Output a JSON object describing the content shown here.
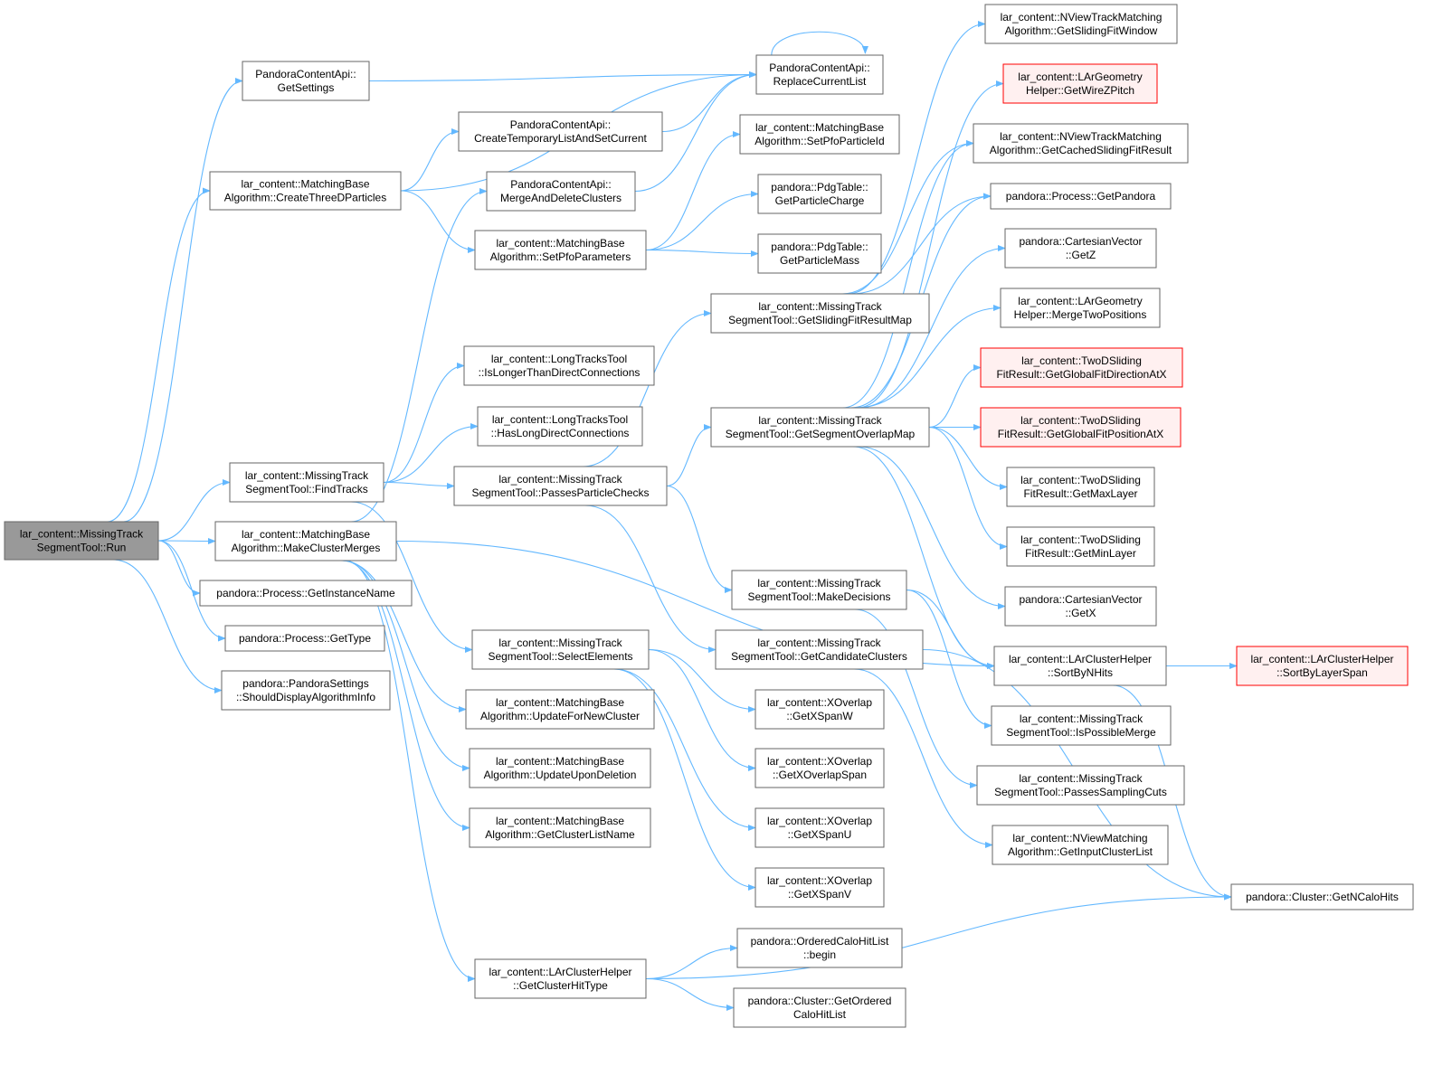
{
  "diagram": {
    "nodes": [
      {
        "id": "run",
        "lines": [
          "lar_content::MissingTrack",
          "SegmentTool::Run"
        ],
        "style": "root"
      },
      {
        "id": "getSettings",
        "lines": [
          "PandoraContentApi::",
          "GetSettings"
        ]
      },
      {
        "id": "replaceCurrentList",
        "lines": [
          "PandoraContentApi::",
          "ReplaceCurrentList"
        ]
      },
      {
        "id": "createThreeD",
        "lines": [
          "lar_content::MatchingBase",
          "Algorithm::CreateThreeDParticles"
        ]
      },
      {
        "id": "createTemp",
        "lines": [
          "PandoraContentApi::",
          "CreateTemporaryListAndSetCurrent"
        ]
      },
      {
        "id": "mergeDelete",
        "lines": [
          "PandoraContentApi::",
          "MergeAndDeleteClusters"
        ]
      },
      {
        "id": "setPfoParams",
        "lines": [
          "lar_content::MatchingBase",
          "Algorithm::SetPfoParameters"
        ]
      },
      {
        "id": "setPfoId",
        "lines": [
          "lar_content::MatchingBase",
          "Algorithm::SetPfoParticleId"
        ]
      },
      {
        "id": "getCharge",
        "lines": [
          "pandora::PdgTable::",
          "GetParticleCharge"
        ]
      },
      {
        "id": "getMass",
        "lines": [
          "pandora::PdgTable::",
          "GetParticleMass"
        ]
      },
      {
        "id": "findTracks",
        "lines": [
          "lar_content::MissingTrack",
          "SegmentTool::FindTracks"
        ]
      },
      {
        "id": "isLonger",
        "lines": [
          "lar_content::LongTracksTool",
          "::IsLongerThanDirectConnections"
        ]
      },
      {
        "id": "hasLong",
        "lines": [
          "lar_content::LongTracksTool",
          "::HasLongDirectConnections"
        ]
      },
      {
        "id": "passesChecks",
        "lines": [
          "lar_content::MissingTrack",
          "SegmentTool::PassesParticleChecks"
        ]
      },
      {
        "id": "makeMerges",
        "lines": [
          "lar_content::MatchingBase",
          "Algorithm::MakeClusterMerges"
        ]
      },
      {
        "id": "getInstanceName",
        "lines": [
          "pandora::Process::GetInstanceName"
        ]
      },
      {
        "id": "getType",
        "lines": [
          "pandora::Process::GetType"
        ]
      },
      {
        "id": "shouldDisplay",
        "lines": [
          "pandora::PandoraSettings",
          "::ShouldDisplayAlgorithmInfo"
        ]
      },
      {
        "id": "selectElements",
        "lines": [
          "lar_content::MissingTrack",
          "SegmentTool::SelectElements"
        ]
      },
      {
        "id": "updateNew",
        "lines": [
          "lar_content::MatchingBase",
          "Algorithm::UpdateForNewCluster"
        ]
      },
      {
        "id": "updateDel",
        "lines": [
          "lar_content::MatchingBase",
          "Algorithm::UpdateUponDeletion"
        ]
      },
      {
        "id": "getListName",
        "lines": [
          "lar_content::MatchingBase",
          "Algorithm::GetClusterListName"
        ]
      },
      {
        "id": "getHitType",
        "lines": [
          "lar_content::LArClusterHelper",
          "::GetClusterHitType"
        ]
      },
      {
        "id": "getSFRMap",
        "lines": [
          "lar_content::MissingTrack",
          "SegmentTool::GetSlidingFitResultMap"
        ]
      },
      {
        "id": "getSOMap",
        "lines": [
          "lar_content::MissingTrack",
          "SegmentTool::GetSegmentOverlapMap"
        ]
      },
      {
        "id": "makeDecisions",
        "lines": [
          "lar_content::MissingTrack",
          "SegmentTool::MakeDecisions"
        ]
      },
      {
        "id": "getCandidates",
        "lines": [
          "lar_content::MissingTrack",
          "SegmentTool::GetCandidateClusters"
        ]
      },
      {
        "id": "xSpanW",
        "lines": [
          "lar_content::XOverlap",
          "::GetXSpanW"
        ]
      },
      {
        "id": "xOverlapSpan",
        "lines": [
          "lar_content::XOverlap",
          "::GetXOverlapSpan"
        ]
      },
      {
        "id": "xSpanU",
        "lines": [
          "lar_content::XOverlap",
          "::GetXSpanU"
        ]
      },
      {
        "id": "xSpanV",
        "lines": [
          "lar_content::XOverlap",
          "::GetXSpanV"
        ]
      },
      {
        "id": "begin",
        "lines": [
          "pandora::OrderedCaloHitList",
          "::begin"
        ]
      },
      {
        "id": "getOrdered",
        "lines": [
          "pandora::Cluster::GetOrdered",
          "CaloHitList"
        ]
      },
      {
        "id": "getSlidingWindow",
        "lines": [
          "lar_content::NViewTrackMatching",
          "Algorithm::GetSlidingFitWindow"
        ]
      },
      {
        "id": "getWireZPitch",
        "lines": [
          "lar_content::LArGeometry",
          "Helper::GetWireZPitch"
        ],
        "style": "red"
      },
      {
        "id": "getCachedSFR",
        "lines": [
          "lar_content::NViewTrackMatching",
          "Algorithm::GetCachedSlidingFitResult"
        ]
      },
      {
        "id": "getPandora",
        "lines": [
          "pandora::Process::GetPandora"
        ]
      },
      {
        "id": "getZ",
        "lines": [
          "pandora::CartesianVector",
          "::GetZ"
        ]
      },
      {
        "id": "mergeTwo",
        "lines": [
          "lar_content::LArGeometry",
          "Helper::MergeTwoPositions"
        ]
      },
      {
        "id": "globalDir",
        "lines": [
          "lar_content::TwoDSliding",
          "FitResult::GetGlobalFitDirectionAtX"
        ],
        "style": "red"
      },
      {
        "id": "globalPos",
        "lines": [
          "lar_content::TwoDSliding",
          "FitResult::GetGlobalFitPositionAtX"
        ],
        "style": "red"
      },
      {
        "id": "maxLayer",
        "lines": [
          "lar_content::TwoDSliding",
          "FitResult::GetMaxLayer"
        ]
      },
      {
        "id": "minLayer",
        "lines": [
          "lar_content::TwoDSliding",
          "FitResult::GetMinLayer"
        ]
      },
      {
        "id": "getX",
        "lines": [
          "pandora::CartesianVector",
          "::GetX"
        ]
      },
      {
        "id": "sortByNHits",
        "lines": [
          "lar_content::LArClusterHelper",
          "::SortByNHits"
        ]
      },
      {
        "id": "sortByLayerSpan",
        "lines": [
          "lar_content::LArClusterHelper",
          "::SortByLayerSpan"
        ],
        "style": "red"
      },
      {
        "id": "isPossibleMerge",
        "lines": [
          "lar_content::MissingTrack",
          "SegmentTool::IsPossibleMerge"
        ]
      },
      {
        "id": "passesSampling",
        "lines": [
          "lar_content::MissingTrack",
          "SegmentTool::PassesSamplingCuts"
        ]
      },
      {
        "id": "getInputList",
        "lines": [
          "lar_content::NViewMatching",
          "Algorithm::GetInputClusterList"
        ]
      },
      {
        "id": "getNCaloHits",
        "lines": [
          "pandora::Cluster::GetNCaloHits"
        ]
      }
    ]
  },
  "colors": {
    "edge": "#63b8ff",
    "node_border": "#666666",
    "root_fill": "#999999",
    "red_border": "#ff0000"
  }
}
